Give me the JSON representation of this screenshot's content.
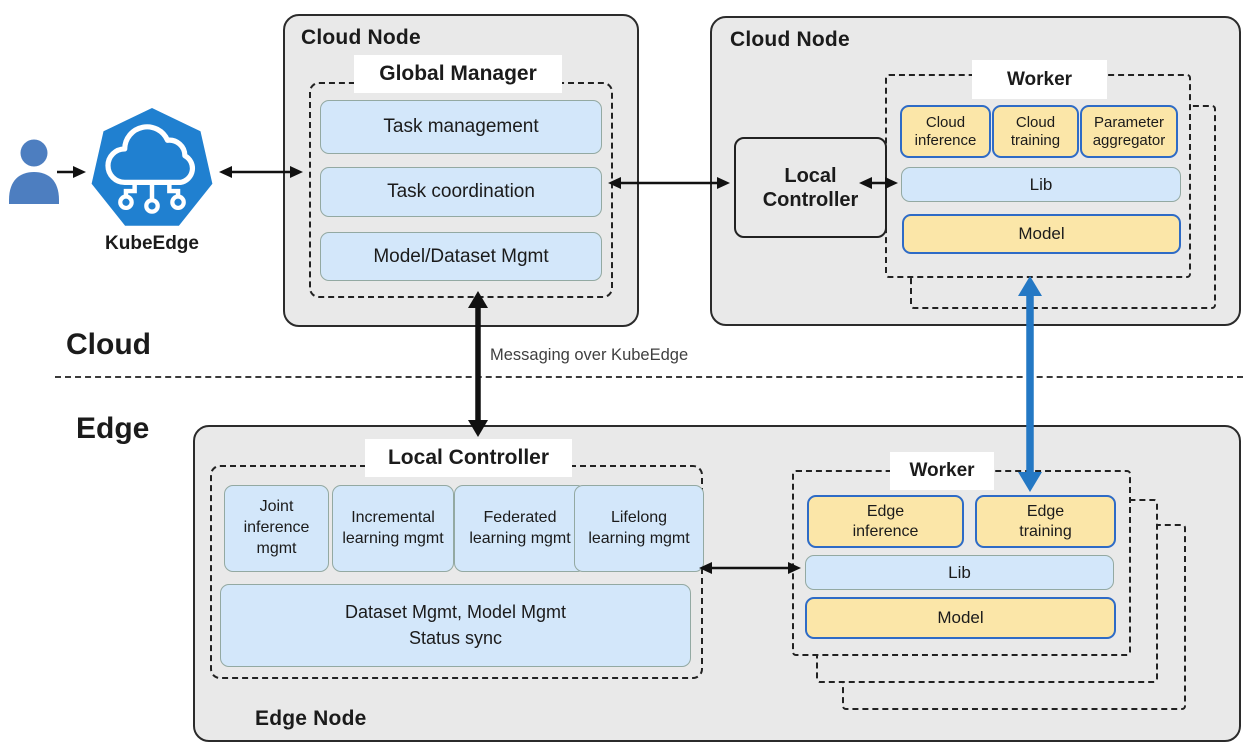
{
  "diagram": {
    "zones": {
      "cloud": "Cloud",
      "edge": "Edge"
    },
    "messaging_label": "Messaging over KubeEdge",
    "kubeedge": {
      "label": "KubeEdge",
      "user_icon": "user-silhouette",
      "logo_icon": "kubeedge-cloud-heptagon"
    },
    "cloud_node_left": {
      "title": "Cloud Node",
      "global_manager": {
        "label": "Global Manager",
        "boxes": [
          "Task management",
          "Task coordination",
          "Model/Dataset Mgmt"
        ]
      }
    },
    "cloud_node_right": {
      "title": "Cloud Node",
      "local_controller_label": "Local Controller",
      "worker": {
        "label": "Worker",
        "boxes": [
          "Cloud inference",
          "Cloud training",
          "Parameter aggregator"
        ],
        "lib": "Lib",
        "model": "Model"
      }
    },
    "edge_node": {
      "title": "Edge Node",
      "local_controller": {
        "label": "Local Controller",
        "boxes": [
          "Joint inference mgmt",
          "Incremental learning mgmt",
          "Federated learning mgmt",
          "Lifelong learning mgmt"
        ],
        "wide_box": {
          "line1": "Dataset Mgmt, Model Mgmt",
          "line2": "Status sync"
        }
      },
      "worker": {
        "label": "Worker",
        "boxes": [
          "Edge inference",
          "Edge training"
        ],
        "lib": "Lib",
        "model": "Model"
      }
    },
    "colors": {
      "node_fill": "#e9e9e9",
      "node_border": "#2b2b2b",
      "blue_box_fill": "#d3e7fa",
      "blue_box_border": "#93a9a2",
      "yellow_box_fill": "#fbe6a8",
      "yellow_box_border": "#2e6bc6",
      "kubeedge_blue": "#2080d0",
      "person_blue": "#4d7ec0",
      "arrow_blue": "#2478c4",
      "arrow_black": "#111111",
      "dash_color": "#222222",
      "divider_color": "#3a3a3a",
      "label_bg": "#ffffff",
      "text_color": "#1b1b1b",
      "muted_text": "#3f3f3f"
    }
  }
}
